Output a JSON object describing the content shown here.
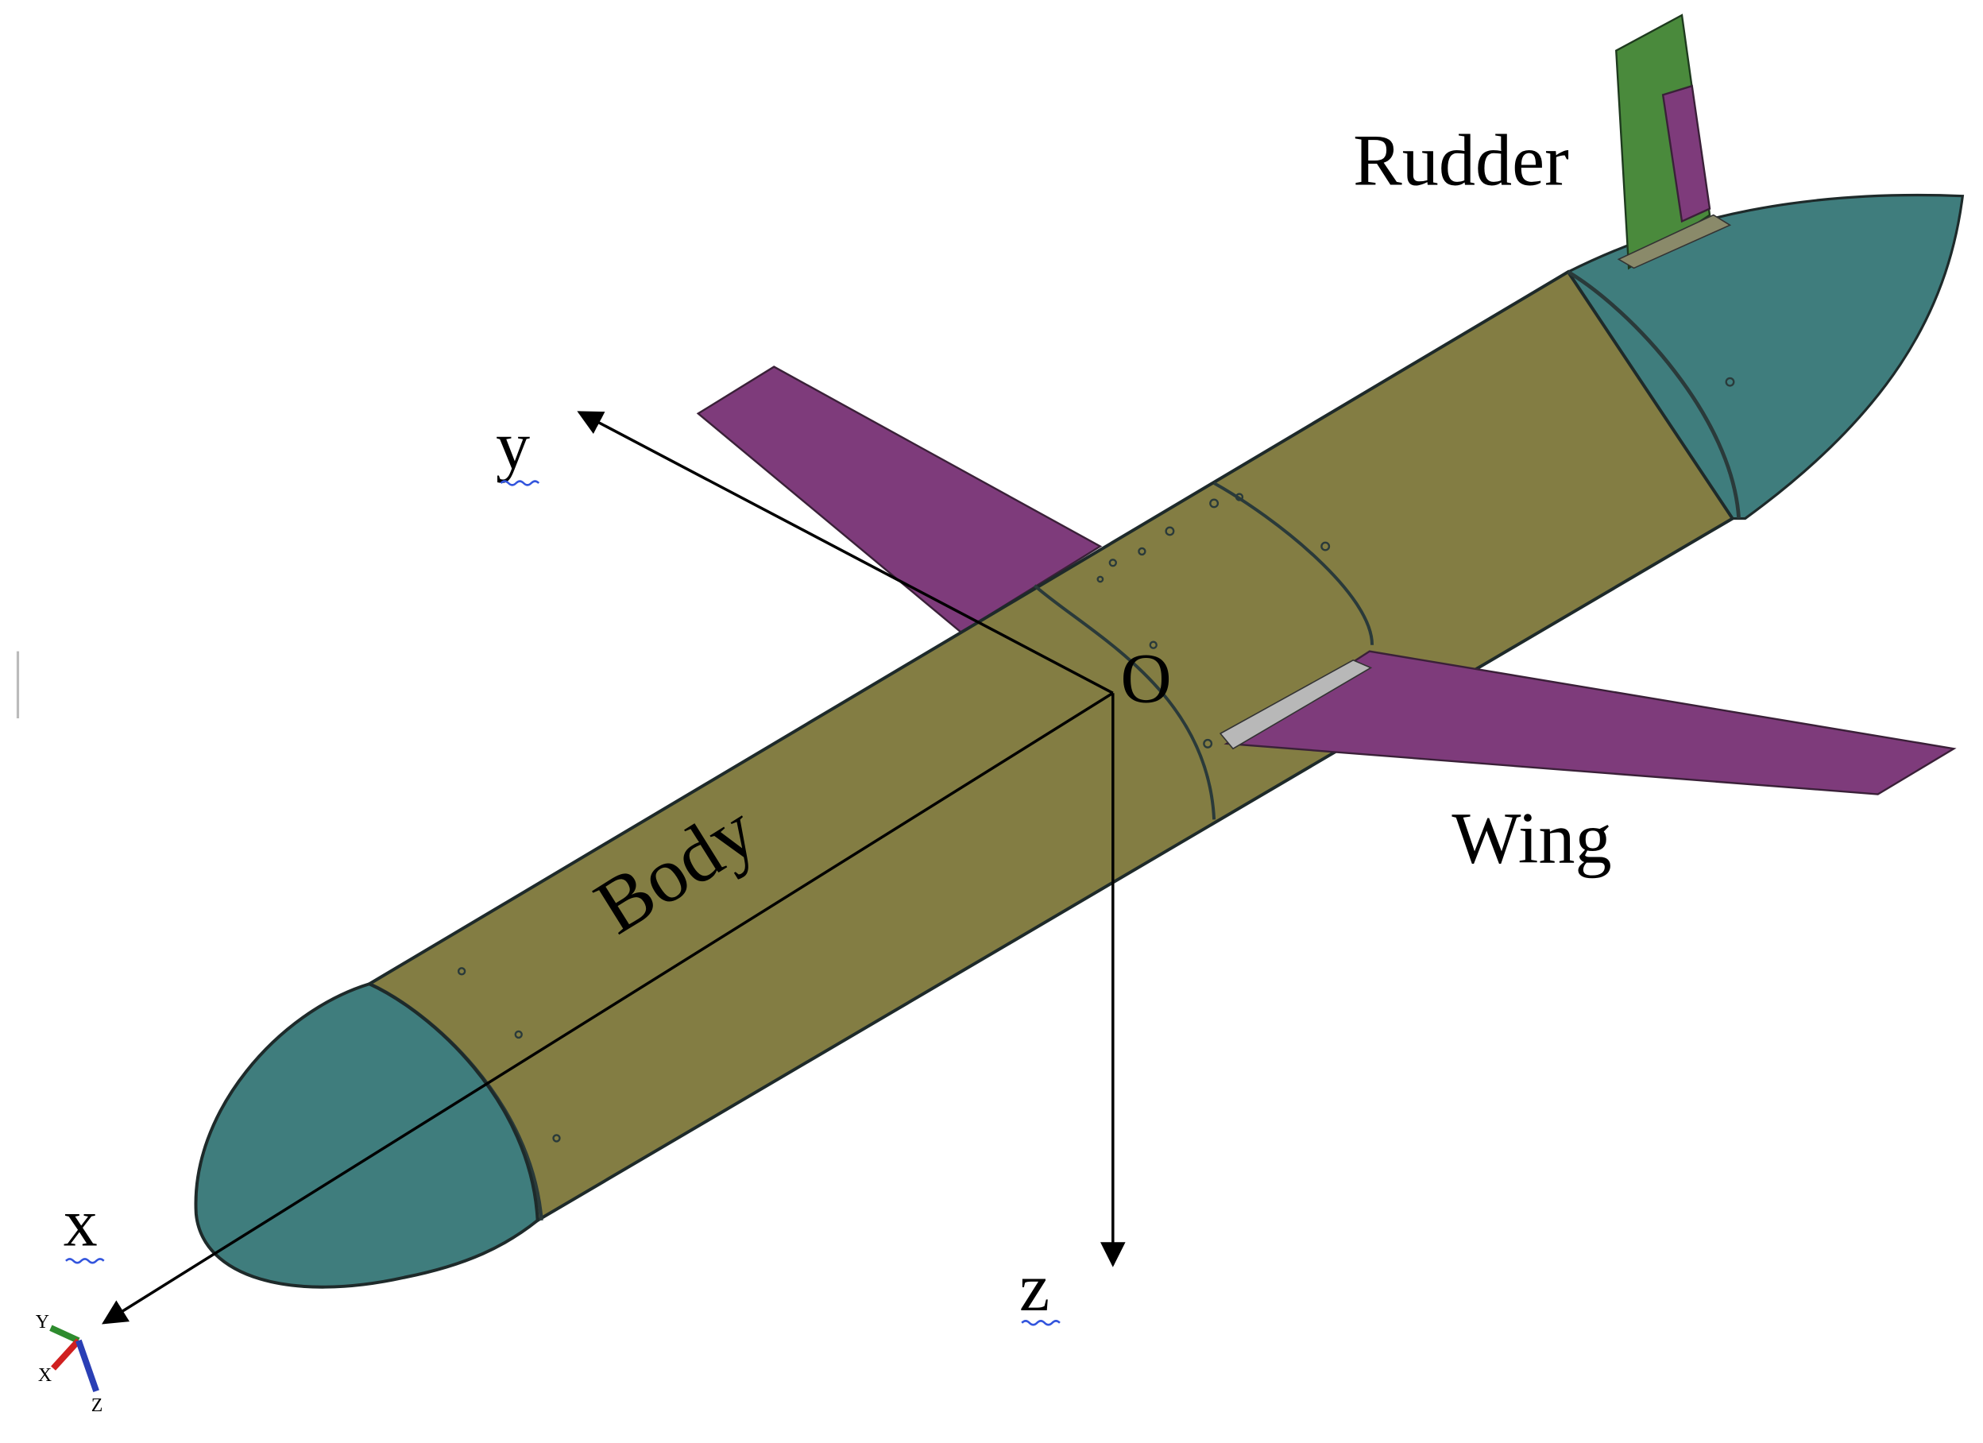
{
  "labels": {
    "rudder": "Rudder",
    "wing": "Wing",
    "body": "Body",
    "origin": "O",
    "x_axis": "x",
    "y_axis": "y",
    "z_axis": "z"
  },
  "triad": {
    "x": "X",
    "y": "Y",
    "z": "Z"
  },
  "colors": {
    "body": "#837d43",
    "nose_cap": "#3f7d7d",
    "wing": "#7e3b7b",
    "rudder": "#4a8a3c",
    "outline": "#1e2a2a",
    "triad_x": "#d02020",
    "triad_y": "#2e8b2e",
    "triad_z": "#2a3fb5"
  }
}
